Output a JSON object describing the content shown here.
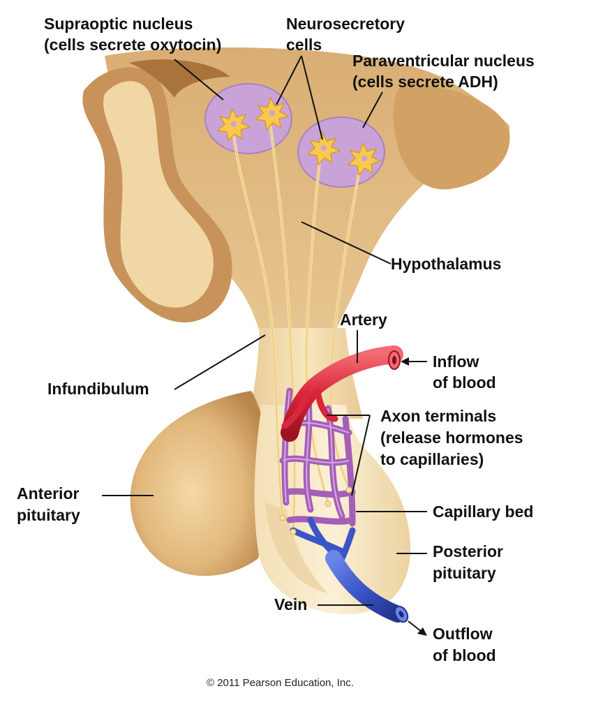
{
  "labels": {
    "supraoptic_1": "Supraoptic nucleus",
    "supraoptic_2": "(cells secrete oxytocin)",
    "neurosecretory_1": "Neurosecretory",
    "neurosecretory_2": "cells",
    "paraventricular_1": "Paraventricular nucleus",
    "paraventricular_2": "(cells secrete ADH)",
    "hypothalamus": "Hypothalamus",
    "artery": "Artery",
    "inflow_1": "Inflow",
    "inflow_2": "of blood",
    "infundibulum": "Infundibulum",
    "axon_1": "Axon terminals",
    "axon_2": "(release hormones",
    "axon_3": "to capillaries)",
    "anterior_1": "Anterior",
    "anterior_2": "pituitary",
    "capillary_bed": "Capillary bed",
    "posterior_1": "Posterior",
    "posterior_2": "pituitary",
    "vein": "Vein",
    "outflow_1": "Outflow",
    "outflow_2": "of blood"
  },
  "copyright": "© 2011 Pearson Education, Inc.",
  "colors": {
    "tissue_light": "#f6e2b8",
    "tissue_mid": "#e2bd85",
    "tissue_dark": "#b9864a",
    "nucleus": "#c9a3d8",
    "neuron": "#f7c94e",
    "axon": "#f9e0a0",
    "artery": "#d9263a",
    "capillary": "#a45fb8",
    "vein": "#3a55c8"
  }
}
